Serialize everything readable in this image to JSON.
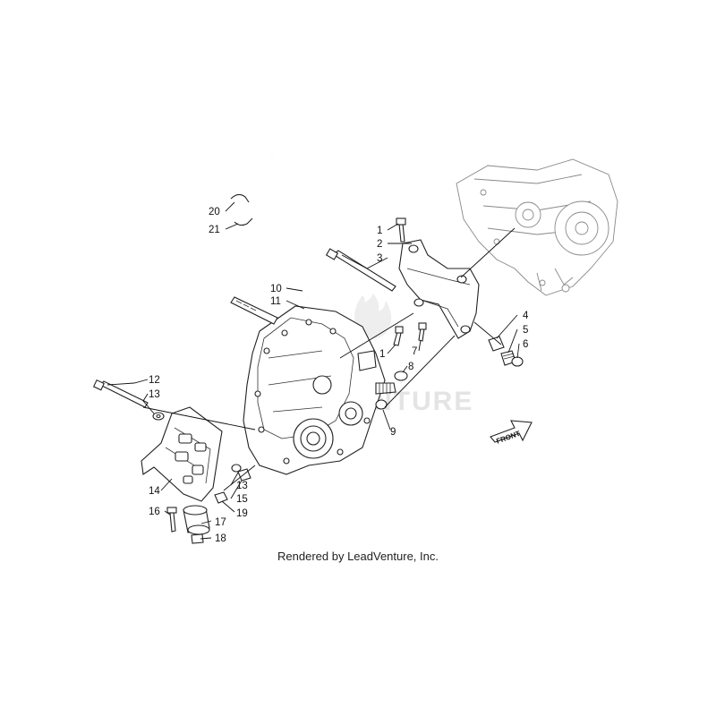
{
  "footer": {
    "text": "Rendered by LeadVenture, Inc."
  },
  "watermark": {
    "text": "VENTURE"
  },
  "direction_arrow": {
    "label": "FRONT"
  },
  "callouts": {
    "c1a": "1",
    "c2": "2",
    "c3": "3",
    "c1b": "1",
    "c4": "4",
    "c5": "5",
    "c6": "6",
    "c7": "7",
    "c8": "8",
    "c9": "9",
    "c10": "10",
    "c11": "11",
    "c12": "12",
    "c13a": "13",
    "c13b": "13",
    "c14": "14",
    "c15": "15",
    "c16": "16",
    "c17": "17",
    "c18": "18",
    "c19": "19",
    "c20": "20",
    "c21": "21"
  }
}
